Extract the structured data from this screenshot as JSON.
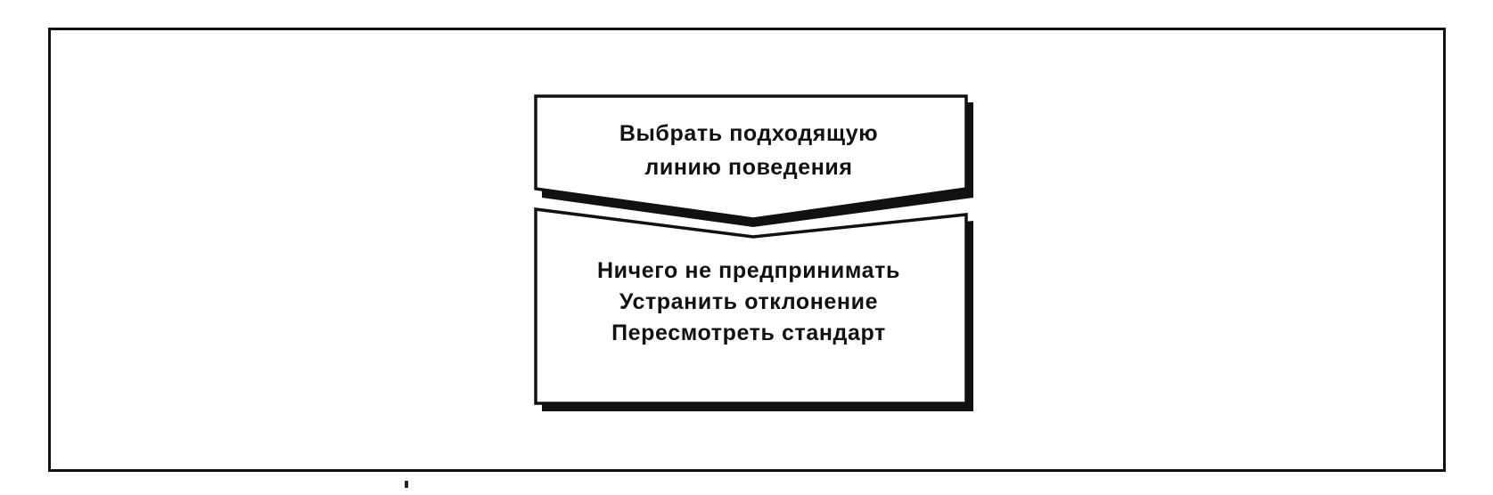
{
  "diagram": {
    "decision_block": {
      "lines": [
        "Выбрать подходящую",
        "линию поведения"
      ]
    },
    "options_block": {
      "lines": [
        "Ничего не предпринимать",
        "Устранить отклонение",
        "Пересмотреть стандарт"
      ]
    }
  },
  "colors": {
    "stroke": "#111111",
    "shadow": "#111111",
    "background": "#ffffff"
  }
}
